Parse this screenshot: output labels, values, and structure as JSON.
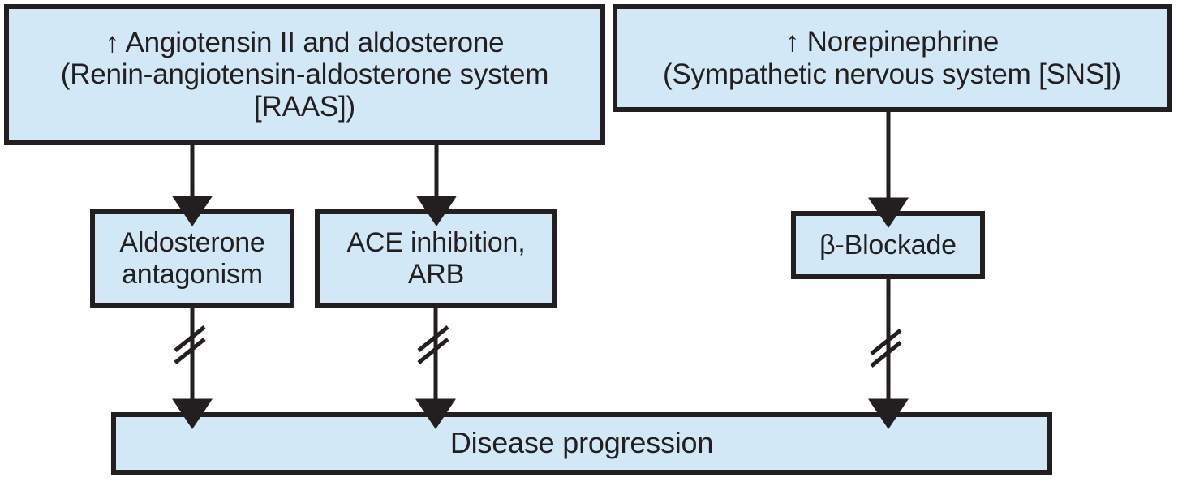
{
  "diagram": {
    "title_type": "flowchart",
    "fill_color": "#d3e8f7",
    "stroke_color": "#231f20",
    "nodes": {
      "raas": {
        "label": "↑ Angiotensin II and aldosterone\n(Renin-angiotensin-aldosterone system\n[RAAS])",
        "line1": "↑ Angiotensin II and aldosterone",
        "line2": "(Renin-angiotensin-aldosterone system",
        "line3": "[RAAS])"
      },
      "sns": {
        "label": "↑ Norepinephrine\n(Sympathetic nervous system [SNS])",
        "line1": "↑ Norepinephrine",
        "line2": "(Sympathetic nervous system [SNS])"
      },
      "aldosterone_antagonism": {
        "label": "Aldosterone\nantagonism"
      },
      "ace_arb": {
        "label": "ACE inhibition,\nARB"
      },
      "beta_blockade": {
        "label": "β-Blockade"
      },
      "disease_progression": {
        "label": "Disease progression"
      }
    },
    "edges": [
      {
        "name": "raas-to-aldosterone-antagonism",
        "from": "raas",
        "to": "aldosterone_antagonism",
        "kind": "arrow"
      },
      {
        "name": "raas-to-ace-arb",
        "from": "raas",
        "to": "ace_arb",
        "kind": "arrow"
      },
      {
        "name": "sns-to-beta-blockade",
        "from": "sns",
        "to": "beta_blockade",
        "kind": "arrow"
      },
      {
        "name": "aldosterone-antagonism-to-disease-progression",
        "from": "aldosterone_antagonism",
        "to": "disease_progression",
        "kind": "inhibition-arrow"
      },
      {
        "name": "ace-arb-to-disease-progression",
        "from": "ace_arb",
        "to": "disease_progression",
        "kind": "inhibition-arrow"
      },
      {
        "name": "beta-blockade-to-disease-progression",
        "from": "beta_blockade",
        "to": "disease_progression",
        "kind": "inhibition-arrow"
      }
    ]
  }
}
